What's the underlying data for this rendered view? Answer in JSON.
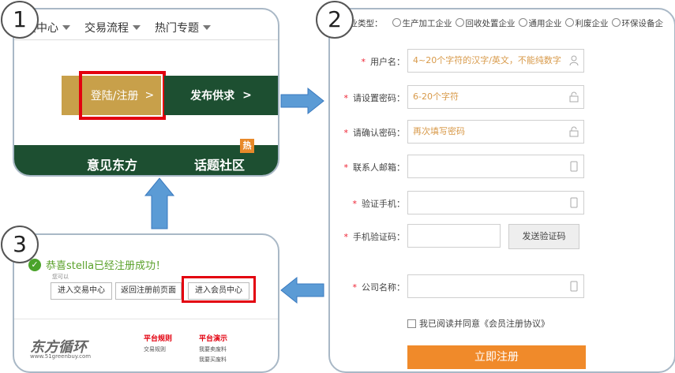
{
  "steps": [
    "1",
    "2",
    "3"
  ],
  "panel1": {
    "nav": [
      "员中心",
      "交易流程",
      "热门专题"
    ],
    "login_button": "登陆/注册",
    "login_chevron": ">",
    "supply_button": "发布供求",
    "supply_chevron": ">",
    "feedback": "意见东方",
    "community": "话题社区",
    "hot_badge": "热"
  },
  "panel2": {
    "company_type_label": "企业类型：",
    "company_types": [
      "生产加工企业",
      "回收处置企业",
      "通用企业",
      "利废企业",
      "环保设备企"
    ],
    "fields": [
      {
        "label": "用户名：",
        "placeholder": "4~20个字符的汉字/英文，不能纯数字",
        "icon": "user-icon"
      },
      {
        "label": "请设置密码：",
        "placeholder": "6-20个字符",
        "icon": "lock-icon"
      },
      {
        "label": "请确认密码：",
        "placeholder": "再次填写密码",
        "icon": "lock-icon"
      },
      {
        "label": "联系人邮箱：",
        "placeholder": "",
        "icon": "phone-icon"
      },
      {
        "label": "验证手机：",
        "placeholder": "",
        "icon": "phone-icon"
      },
      {
        "label": "手机验证码：",
        "placeholder": "",
        "icon": ""
      },
      {
        "label": "公司名称：",
        "placeholder": "",
        "icon": "phone-icon"
      }
    ],
    "send_code": "发送验证码",
    "agree": "我已阅读并同意《会员注册协议》",
    "submit": "立即注册",
    "required_mark": "*"
  },
  "panel3": {
    "success": "恭喜stella已经注册成功！",
    "you_can": "您可以",
    "buttons": [
      "进入交易中心",
      "返回注册前页面",
      "进入会员中心"
    ],
    "logo": "东方循环",
    "logo_url": "www.51greenbuy.com",
    "footer_cols": [
      {
        "title": "平台规则",
        "sub": "交易规则"
      },
      {
        "title": "平台演示",
        "sub": "我要卖废料"
      }
    ],
    "footer_extra_sub": "我要买废料"
  },
  "colors": {
    "accent_red": "#e3000f",
    "green": "#1d4f31",
    "gold": "#c8a04a",
    "orange": "#f08a2a",
    "arrow": "#5b9bd5"
  }
}
